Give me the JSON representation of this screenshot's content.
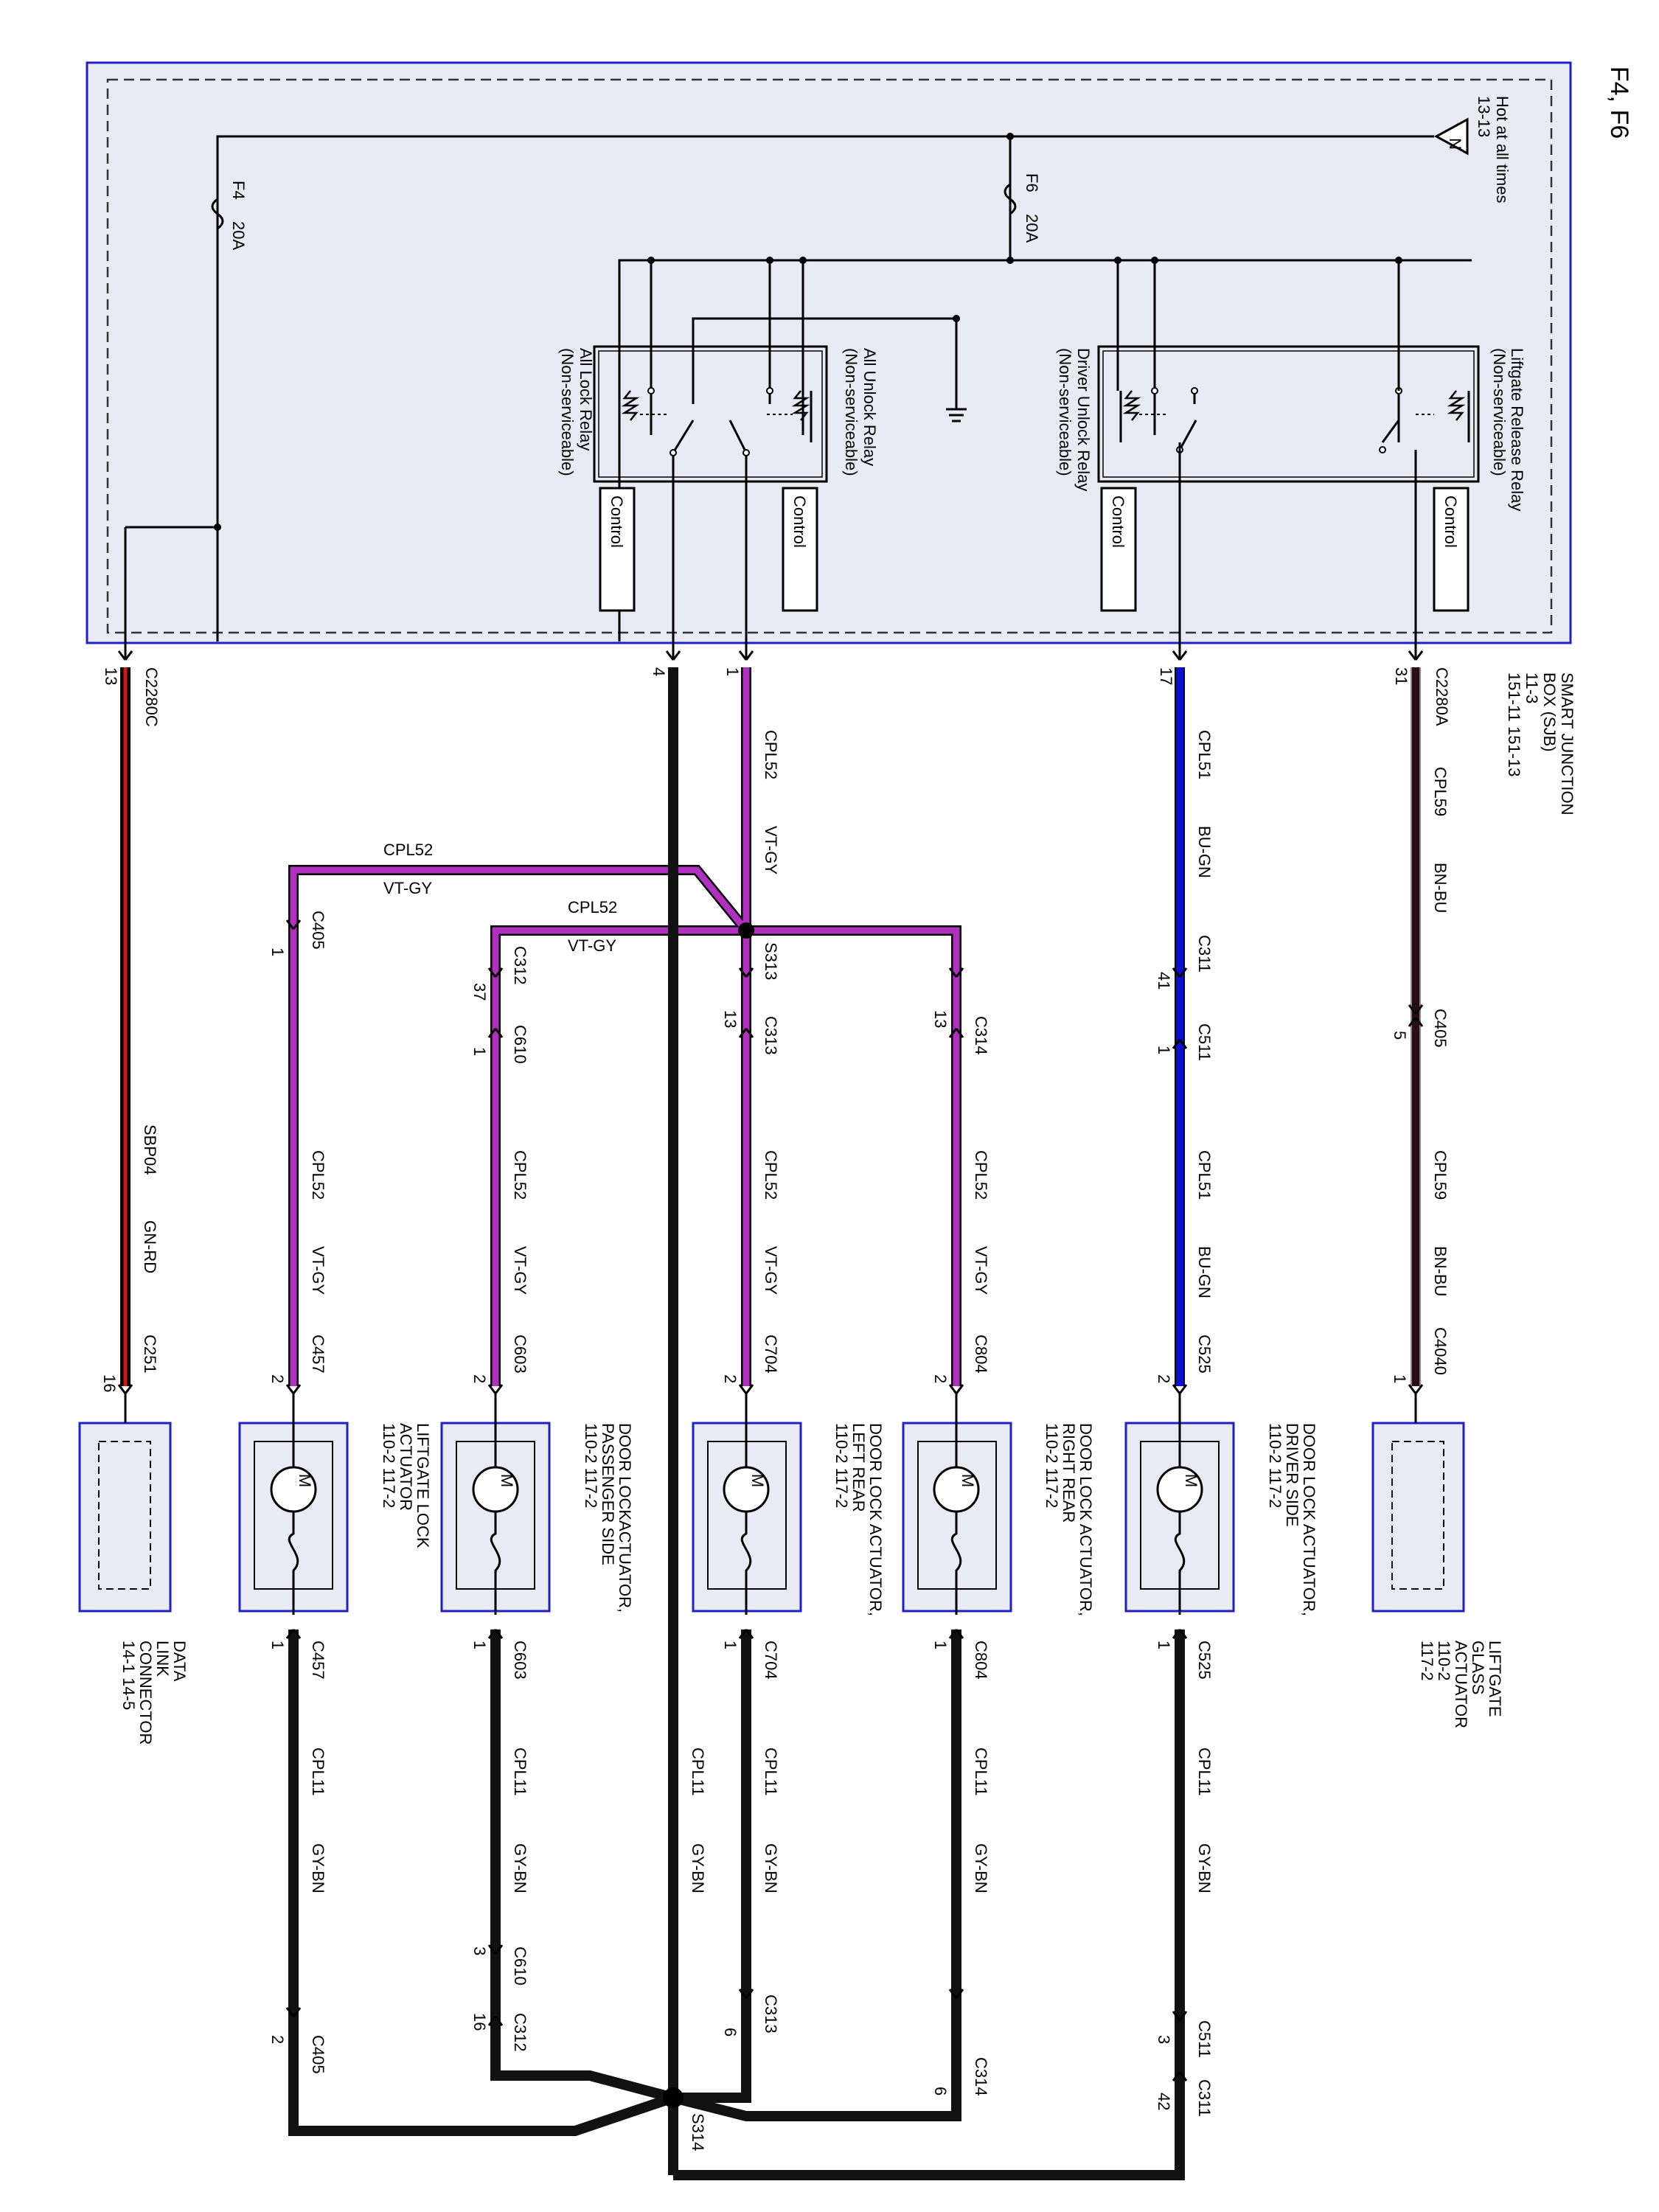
{
  "page_header": "F4, F6",
  "power": {
    "label": "Hot at all times",
    "ref": "13-13",
    "symbol": "N"
  },
  "fuses": [
    {
      "name": "F4",
      "rating": "20A"
    },
    {
      "name": "F6",
      "rating": "20A"
    }
  ],
  "relays": [
    {
      "name": "Liftgate Release Relay",
      "note": "(Non-serviceable)",
      "control": "Control"
    },
    {
      "name": "Driver Unlock Relay",
      "note": "(Non-serviceable)",
      "control": "Control"
    },
    {
      "name": "All Unlock Relay",
      "note": "(Non-serviceable)",
      "control": "Control"
    },
    {
      "name": "All Lock Relay",
      "note": "(Non-serviceable)",
      "control": "Control"
    }
  ],
  "sjb": {
    "line1": "SMART JUNCTION",
    "line2": "BOX (SJB)",
    "line3": "11-3",
    "line4": "151-11    151-13"
  },
  "sjb_pins": {
    "c2280a": "C2280A",
    "c2280a_pin": "31",
    "pin17": "17",
    "pin1": "1",
    "pin4": "4",
    "c2280c": "C2280C",
    "c2280c_pin": "13"
  },
  "circuits": {
    "cpl59": "CPL59",
    "bn_bu": "BN-BU",
    "cpl51": "CPL51",
    "bu_gn": "BU-GN",
    "cpl52": "CPL52",
    "vt_gy": "VT-GY",
    "cpl11": "CPL11",
    "gy_bn": "GY-BN",
    "sbp04": "SBP04",
    "gn_rd": "GN-RD"
  },
  "connectors": {
    "c405": "C405",
    "c405_5": "5",
    "c405_1": "1",
    "c405_2": "2",
    "c311": "C311",
    "c311_41": "41",
    "c311_42": "42",
    "c511": "C511",
    "c511_1": "1",
    "c511_3": "3",
    "c314": "C314",
    "c314_13": "13",
    "c314_6": "6",
    "c313": "C313",
    "c313_13": "13",
    "c313_6": "6",
    "c312": "C312",
    "c312_37": "37",
    "c312_16": "16",
    "c610": "C610",
    "c610_1": "1",
    "c610_3": "3",
    "c4040": "C4040",
    "c4040_1": "1",
    "c525": "C525",
    "c525_2": "2",
    "c525_1": "1",
    "c804": "C804",
    "c804_2": "2",
    "c804_1": "1",
    "c704": "C704",
    "c704_2": "2",
    "c704_1": "1",
    "c603": "C603",
    "c603_2": "2",
    "c603_1": "1",
    "c457": "C457",
    "c457_2": "2",
    "c457_1": "1",
    "c251": "C251",
    "c251_16": "16"
  },
  "splices": {
    "s313": "S313",
    "s314": "S314"
  },
  "components": [
    {
      "id": "liftgate-glass",
      "lines": [
        "LIFTGATE",
        "GLASS",
        "ACTUATOR",
        "110-2",
        "117-2"
      ]
    },
    {
      "id": "driver",
      "lines": [
        "DOOR LOCK ACTUATOR,",
        "DRIVER SIDE",
        "110-2    117-2"
      ]
    },
    {
      "id": "right-rear",
      "lines": [
        "DOOR LOCK ACTUATOR,",
        "RIGHT REAR",
        "110-2    117-2"
      ]
    },
    {
      "id": "left-rear",
      "lines": [
        "DOOR LOCK ACTUATOR,",
        "LEFT REAR",
        "110-2    117-2"
      ]
    },
    {
      "id": "passenger",
      "lines": [
        "DOOR LOCKACTUATOR,",
        "PASSENGER SIDE",
        "110-2    117-2"
      ]
    },
    {
      "id": "liftgate-lock",
      "lines": [
        "LIFTGATE LOCK",
        "ACTUATOR",
        "110-2    117-2"
      ]
    },
    {
      "id": "dlc",
      "lines": [
        "DATA",
        "LINK",
        "CONNECTOR",
        "14-1    14-5"
      ]
    }
  ],
  "motor_symbol": "M",
  "colors": {
    "violet": "#b030c0",
    "blue": "#0a10d0",
    "brown": "#2a0c14",
    "gray_brown": "#111111",
    "red": "#d01818",
    "box_border": "#2020c8"
  }
}
